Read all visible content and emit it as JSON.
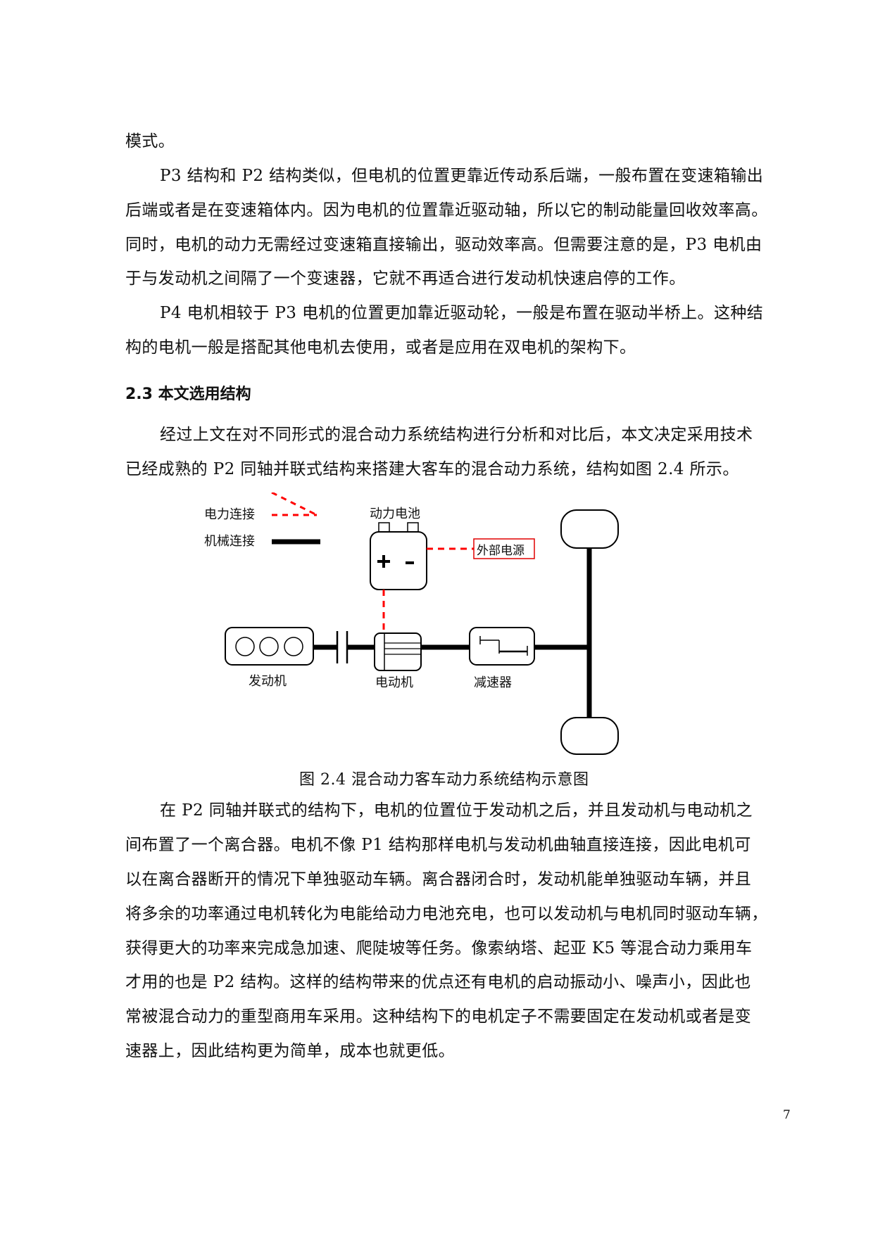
{
  "paragraphs": {
    "p0": [
      "模式。"
    ],
    "p1": [
      "P3 结构和 P2 结构类似，但电机的位置更靠近传动系后端，一般布置在变速箱输出",
      "后端或者是在变速箱体内。因为电机的位置靠近驱动轴，所以它的制动能量回收效率高。",
      "同时，电机的动力无需经过变速箱直接输出，驱动效率高。但需要注意的是，P3 电机由",
      "于与发动机之间隔了一个变速器，它就不再适合进行发动机快速启停的工作。"
    ],
    "p2": [
      "P4 电机相较于 P3 电机的位置更加靠近驱动轮，一般是布置在驱动半桥上。这种结",
      "构的电机一般是搭配其他电机去使用，或者是应用在双电机的架构下。"
    ],
    "heading": "2.3 本文选用结构",
    "p3": [
      "经过上文在对不同形式的混合动力系统结构进行分析和对比后，本文决定采用技术",
      "已经成熟的 P2 同轴并联式结构来搭建大客车的混合动力系统，结构如图 2.4 所示。"
    ],
    "p4": [
      "在  P2 同轴并联式的结构下，电机的位置位于发动机之后，并且发动机与电动机之",
      "间布置了一个离合器。电机不像  P1 结构那样电机与发动机曲轴直接连接，因此电机可",
      "以在离合器断开的情况下单独驱动车辆。离合器闭合时，发动机能单独驱动车辆，并且",
      "将多余的功率通过电机转化为电能给动力电池充电，也可以发动机与电机同时驱动车辆，",
      "获得更大的功率来完成急加速、爬陡坡等任务。像索纳塔、起亚 K5 等混合动力乘用车",
      "才用的也是  P2 结构。这样的结构带来的优点还有电机的启动振动小、噪声小，因此也",
      "常被混合动力的重型商用车采用。这种结构下的电机定子不需要固定在发动机或者是变",
      "速器上，因此结构更为简单，成本也就更低。"
    ]
  },
  "figure": {
    "caption": "图 2.4  混合动力客车动力系统结构示意图",
    "legend": {
      "electric": "电力连接",
      "mechanical": "机械连接"
    },
    "labels": {
      "battery": "动力电池",
      "battery_plus": "+",
      "battery_minus": "-",
      "external_power": "外部电源",
      "engine": "发动机",
      "motor": "电动机",
      "reducer": "减速器"
    },
    "colors": {
      "electric_line": "#ff0000",
      "mechanical_line": "#000000",
      "external_box_border": "#e00000"
    }
  },
  "page_number": "7"
}
